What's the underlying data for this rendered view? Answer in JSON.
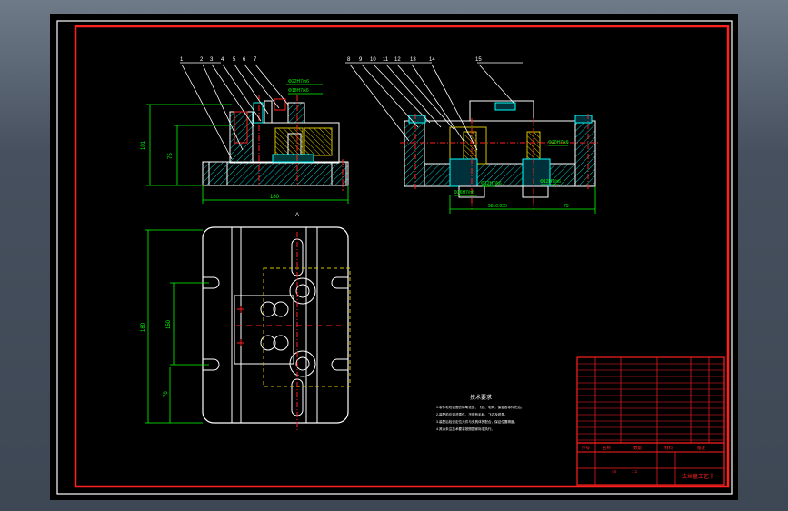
{
  "colors": {
    "background": "#000000",
    "frame": "#ffffff",
    "border": "#ff0000",
    "dimension": "#00ff00",
    "hatch": "#00ffff",
    "center": "#ff0000",
    "hidden": "#ffff00"
  },
  "front_view": {
    "part_numbers": [
      "1",
      "2",
      "3",
      "4",
      "5",
      "6",
      "7"
    ],
    "dims": {
      "overall_width": "180",
      "total_height": "101",
      "height_75": "75",
      "dia_1": "Φ22H7/n6",
      "dia_2": "Φ18H7/k6"
    }
  },
  "side_view": {
    "part_numbers": [
      "8",
      "9",
      "10",
      "11",
      "12",
      "13",
      "14",
      "15"
    ],
    "dims": {
      "center_distance": "98±0.035",
      "offset": "75",
      "dia_a": "Φ36H7/n6",
      "dia_b": "Φ12H7/k6",
      "dia_c": "Φ12H7/n6",
      "dia_d": "Φ20H7/k6"
    }
  },
  "top_view": {
    "dims": {
      "total_length": "180",
      "dim_150": "150",
      "dim_70": "70"
    }
  },
  "section_mark": "A",
  "tech_req": {
    "title": "技术要求",
    "lines": [
      "1.零件毛坯表面去除氧化皮、飞边、毛刺，保证各零件光洁。",
      "2.装配前应清洗零件，不得有毛刺、飞边及锐角。",
      "3.装配后检查定位元件与夹具体的配合，保证位置精度。",
      "4.其余未注技术要求按照国家标准执行。"
    ]
  },
  "title_block": {
    "drawing_title": "法兰盘工艺卡",
    "material": "45",
    "scale": "1:1",
    "headers": [
      "序号",
      "名称",
      "数量",
      "材料",
      "备注"
    ]
  }
}
